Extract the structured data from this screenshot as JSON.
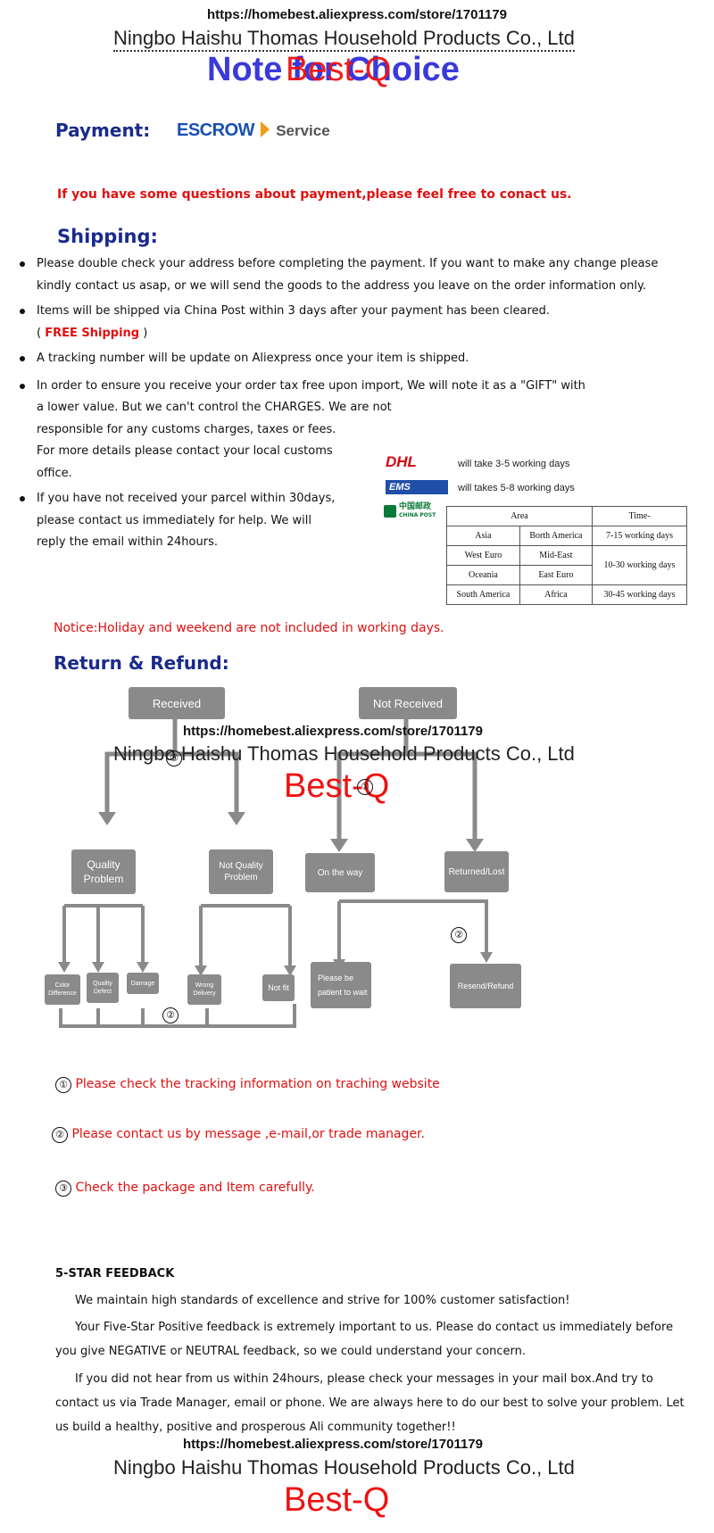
{
  "watermark": {
    "url": "https://homebest.aliexpress.com/store/1701179",
    "company": "Ningbo Haishu Thomas Household Products Co., Ltd",
    "brand": "Best-Q",
    "title_overlay": "Note for Choice"
  },
  "payment": {
    "label": "Payment:",
    "escrow": "ESCROW",
    "service": "Service",
    "note": "If you have some questions about payment,please feel free to conact us."
  },
  "shipping": {
    "heading": "Shipping:",
    "bullets": [
      "Please double check your address before completing the payment. If you want to make any change please kindly contact us asap, or we will send the goods to the address you leave on the order information only.",
      "Items will be shipped via China Post within 3 days after your payment has been cleared.",
      "A tracking number will be update on Aliexpress once your item is shipped."
    ],
    "free_open": "(",
    "free_shipping": "FREE Shipping",
    "free_close": ")",
    "gift_bullet_line1": "In order to ensure you receive your order tax free upon import, We will note it as a \"GIFT\" with",
    "gift_bullet_line2": "a lower value. But we can't control the CHARGES. We are not",
    "gift_bullet_line3": "responsible for any customs charges, taxes or fees.",
    "gift_bullet_line4": "For more details please contact your local customs",
    "gift_bullet_line5": "office.",
    "parcel_line1": "If you have not received your parcel within 30days,",
    "parcel_line2": "please contact us immediately for help. We will",
    "parcel_line3": "reply the email within 24hours.",
    "carriers": [
      {
        "logo": "DHL",
        "text": "will take 3-5 working days"
      },
      {
        "logo": "EMS",
        "text": "will takes 5-8 working days"
      },
      {
        "logo": "中国邮政",
        "sub": "CHINA POST"
      }
    ],
    "table": {
      "headers": [
        "Area",
        "Time-"
      ],
      "rows": [
        [
          "Asia",
          "Borth America",
          "7-15 working days"
        ],
        [
          "West Euro",
          "Mid-East",
          "10-30 working days"
        ],
        [
          "Oceania",
          "East Euro",
          ""
        ],
        [
          "South America",
          "Africa",
          "30-45 working days"
        ]
      ]
    },
    "notice": "Notice:Holiday and weekend are not included in working days."
  },
  "refund": {
    "heading": "Return & Refund:",
    "received": "Received",
    "not_received": "Not Received",
    "quality_problem": "Quality Problem",
    "not_quality_problem": "Not Quality Problem",
    "on_the_way": "On the way",
    "returned_lost": "Returned/Lost",
    "color_difference": "Color Difference",
    "quality_defect": "Quality Defect",
    "damage": "Damage",
    "wrong_delivery": "Wrong Delivery",
    "not_fit": "Not fit",
    "be_patient": "Please be patient to wait",
    "resend_refund": "Resend/Refund",
    "marker_1": "①",
    "marker_2": "②",
    "marker_3": "③",
    "step_1": "Please check the tracking information on traching website",
    "step_2": "Please contact us by message ,e-mail,or trade manager.",
    "step_3": "Check the package and Item carefully."
  },
  "feedback": {
    "heading": "5-STAR FEEDBACK",
    "p1": "We maintain high standards of excellence and strive for 100% customer satisfaction!",
    "p2": "Your Five-Star Positive feedback is extremely important to us. Please do contact us immediately before you give NEGATIVE or NEUTRAL feedback, so we could understand your concern.",
    "p3": "If you did not hear from us within 24hours, please check your messages in your mail box.And try to contact us via Trade Manager, email or phone. We are always here to do our best to solve your problem. Let us build a healthy, positive and prosperous Ali community together!!"
  },
  "colors": {
    "heading_blue": "#1a2a8c",
    "alert_red": "#e01010",
    "flow_gray": "#8a8a8a",
    "brand_red": "#ee1111",
    "title_blue": "#3a3adb"
  }
}
